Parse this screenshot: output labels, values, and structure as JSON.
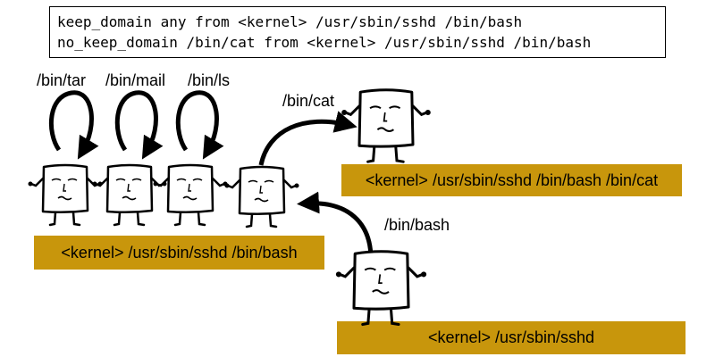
{
  "policy": {
    "line1": "keep_domain any from <kernel> /usr/sbin/sshd /bin/bash",
    "line2": "no_keep_domain /bin/cat from <kernel> /usr/sbin/sshd /bin/bash"
  },
  "domains": {
    "left": "<kernel> /usr/sbin/sshd /bin/bash",
    "top_right": "<kernel> /usr/sbin/sshd /bin/bash /bin/cat",
    "bottom_right": "<kernel> /usr/sbin/sshd"
  },
  "transitions": {
    "tar": "/bin/tar",
    "mail": "/bin/mail",
    "ls": "/bin/ls",
    "cat": "/bin/cat",
    "bash": "/bin/bash"
  },
  "colors": {
    "domain_bar": "#c8960c"
  }
}
